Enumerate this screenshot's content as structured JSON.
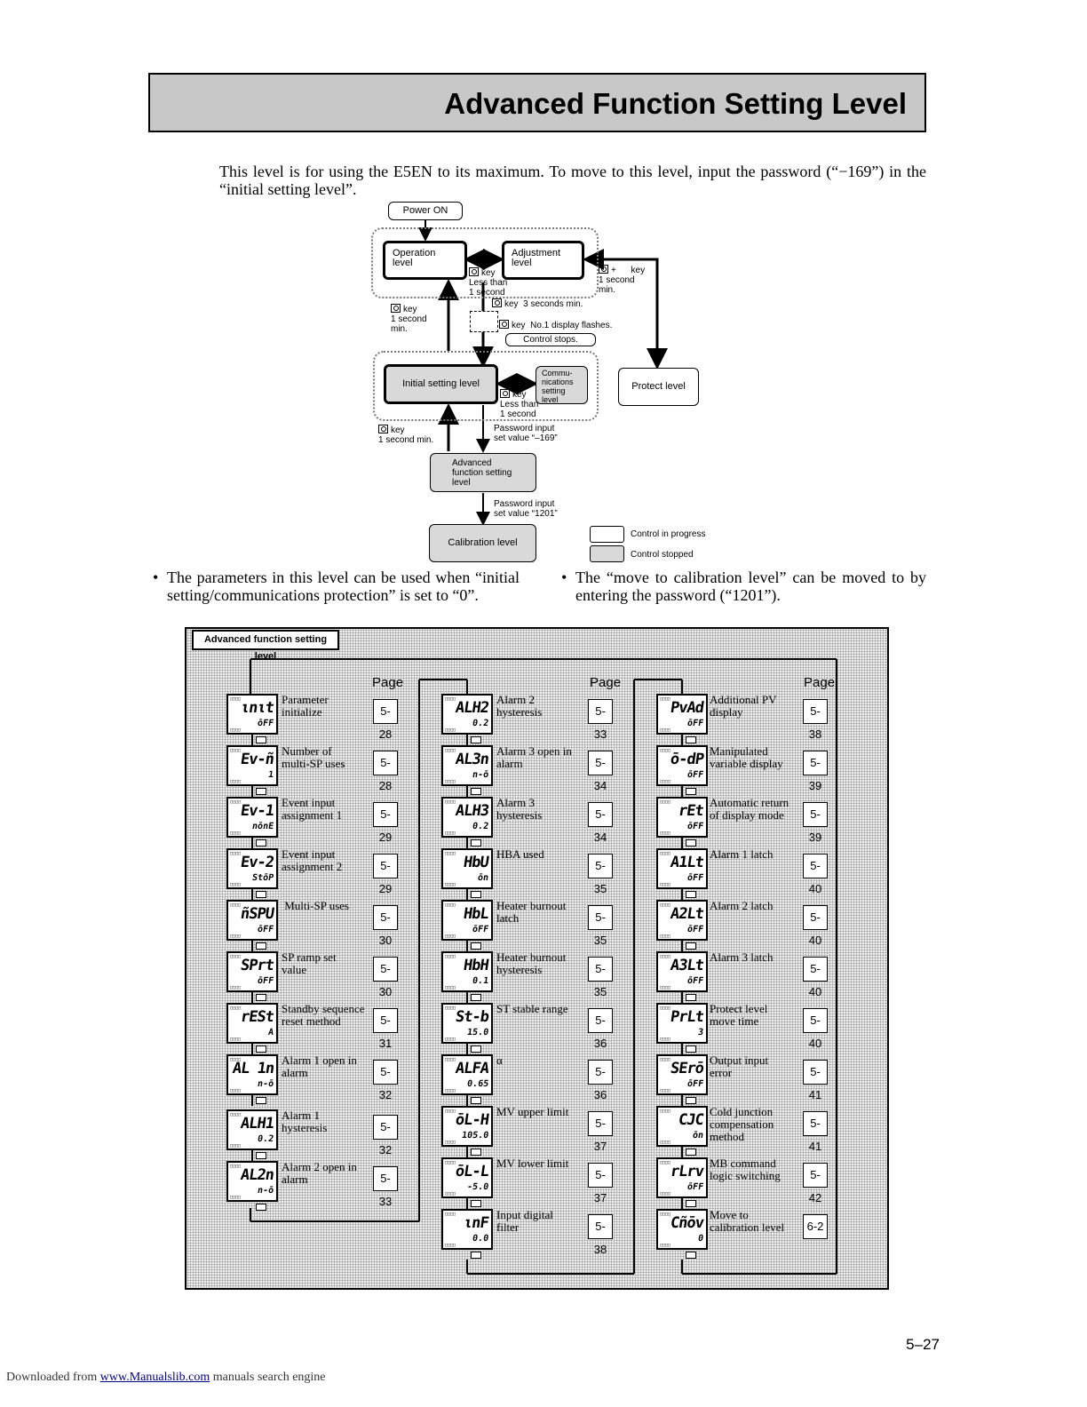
{
  "header": {
    "title": "Advanced Function Setting Level"
  },
  "intro": "This level is for using the E5EN to its maximum. To move to this level, input the password (“−169”) in the “initial setting level”.",
  "flow": {
    "power_on": "Power ON",
    "operation_level": "Operation\nlevel",
    "adjustment_level": "Adjustment\nlevel",
    "key_less_than_1s": "key\nLess than\n1 second",
    "key_plus_1s": "+      key\n1 second\nmin.",
    "key_1s_min_left": "key\n1 second\nmin.",
    "key_3s": "key  3 seconds min.",
    "key_no1_flash": "key  No.1 display flashes.",
    "control_stops": "Control stops.",
    "initial_setting_level": "Initial setting level",
    "comm_setting_level": "Commu-\nnications\nsetting\nlevel",
    "key_less_than_1s_2": "key\nLess than\n1 second",
    "protect_level": "Protect level",
    "key_1s_min_bottom": "key\n1 second min.",
    "password_169": "Password input\nset value “–169”",
    "advanced_function_setting_level": "Advanced\nfunction setting\nlevel",
    "password_1201": "Password input\nset value “1201”",
    "calibration_level": "Calibration level",
    "legend_progress": "Control in progress",
    "legend_stopped": "Control stopped"
  },
  "bullets": [
    "The parameters in this level can be used when “initial setting/communications protection” is set to “0”.",
    "The “move to calibration level” can be moved to by entering the password (“1201”)."
  ],
  "panel": {
    "label": "Advanced function setting level",
    "page_header": "Page",
    "columns": [
      [
        {
          "code": "ιnιt",
          "value": "ōFF",
          "name": "Parameter\ninitialize",
          "page": "5-28"
        },
        {
          "code": "Ev-ñ",
          "value": "1",
          "name": "Number of\nmulti-SP uses",
          "page": "5-28"
        },
        {
          "code": "Ev-1",
          "value": "nōnE",
          "name": "Event input\nassignment 1",
          "page": "5-29"
        },
        {
          "code": "Ev-2",
          "value": "StōP",
          "name": "Event input\nassignment 2",
          "page": "5-29"
        },
        {
          "code": "ñSPU",
          "value": "ōFF",
          "name": " Multi-SP uses",
          "page": "5-30"
        },
        {
          "code": "SPrt",
          "value": "ōFF",
          "name": "SP ramp set\nvalue",
          "page": "5-30"
        },
        {
          "code": "rESt",
          "value": "A",
          "name": "Standby sequence\nreset method",
          "page": "5-31"
        },
        {
          "code": "AL 1n",
          "value": "n-ō",
          "name": "Alarm 1 open in\nalarm",
          "page": "5-32"
        },
        {
          "code": "ALH1",
          "value": "0.2",
          "name": "Alarm 1\nhysteresis",
          "page": "5-32"
        },
        {
          "code": "AL2n",
          "value": "n-ō",
          "name": "Alarm 2 open in\nalarm",
          "page": "5-33"
        }
      ],
      [
        {
          "code": "ALH2",
          "value": "0.2",
          "name": "Alarm 2\nhysteresis",
          "page": "5-33"
        },
        {
          "code": "AL3n",
          "value": "n-ō",
          "name": "Alarm 3 open in\nalarm",
          "page": "5-34"
        },
        {
          "code": "ALH3",
          "value": "0.2",
          "name": "Alarm 3\nhysteresis",
          "page": "5-34"
        },
        {
          "code": "HbU",
          "value": "ōn",
          "name": "HBA used",
          "page": "5-35"
        },
        {
          "code": "HbL",
          "value": "ōFF",
          "name": "Heater burnout\nlatch",
          "page": "5-35"
        },
        {
          "code": "HbH",
          "value": "0.1",
          "name": "Heater burnout\nhysteresis",
          "page": "5-35"
        },
        {
          "code": "St-b",
          "value": "15.0",
          "name": "ST stable range",
          "page": "5-36"
        },
        {
          "code": "ALFA",
          "value": "0.65",
          "name": "α",
          "page": "5-36"
        },
        {
          "code": "ōL-H",
          "value": "105.0",
          "name": "MV upper limit",
          "page": "5-37"
        },
        {
          "code": "ōL-L",
          "value": "-5.0",
          "name": "MV lower limit",
          "page": "5-37"
        },
        {
          "code": "ιnF",
          "value": "0.0",
          "name": "Input digital\nfilter",
          "page": "5-38"
        }
      ],
      [
        {
          "code": "PvAd",
          "value": "ōFF",
          "name": "Additional PV\ndisplay",
          "page": "5-38"
        },
        {
          "code": "ō-dP",
          "value": "ōFF",
          "name": "Manipulated\nvariable display",
          "page": "5-39"
        },
        {
          "code": "rEt",
          "value": "ōFF",
          "name": "Automatic return\nof display mode",
          "page": "5-39"
        },
        {
          "code": "A1Lt",
          "value": "ōFF",
          "name": "Alarm 1 latch",
          "page": "5-40"
        },
        {
          "code": "A2Lt",
          "value": "ōFF",
          "name": "Alarm 2 latch",
          "page": "5-40"
        },
        {
          "code": "A3Lt",
          "value": "ōFF",
          "name": "Alarm 3 latch",
          "page": "5-40"
        },
        {
          "code": "PrLt",
          "value": "3",
          "name": "Protect level\nmove time",
          "page": "5-40"
        },
        {
          "code": "SErō",
          "value": "ōFF",
          "name": "Output input\nerror",
          "page": "5-41"
        },
        {
          "code": "CJC",
          "value": "ōn",
          "name": "Cold junction\ncompensation\nmethod",
          "page": "5-41"
        },
        {
          "code": "rLrv",
          "value": "ōFF",
          "name": "MB command\nlogic switching",
          "page": "5-42"
        },
        {
          "code": "Cñōv",
          "value": "0",
          "name": "Move to\ncalibration level",
          "page": "6-2"
        }
      ]
    ]
  },
  "page_number": "5–27",
  "footer": {
    "prefix": "Downloaded from ",
    "link": "www.Manualslib.com",
    "suffix": "  manuals search engine"
  }
}
